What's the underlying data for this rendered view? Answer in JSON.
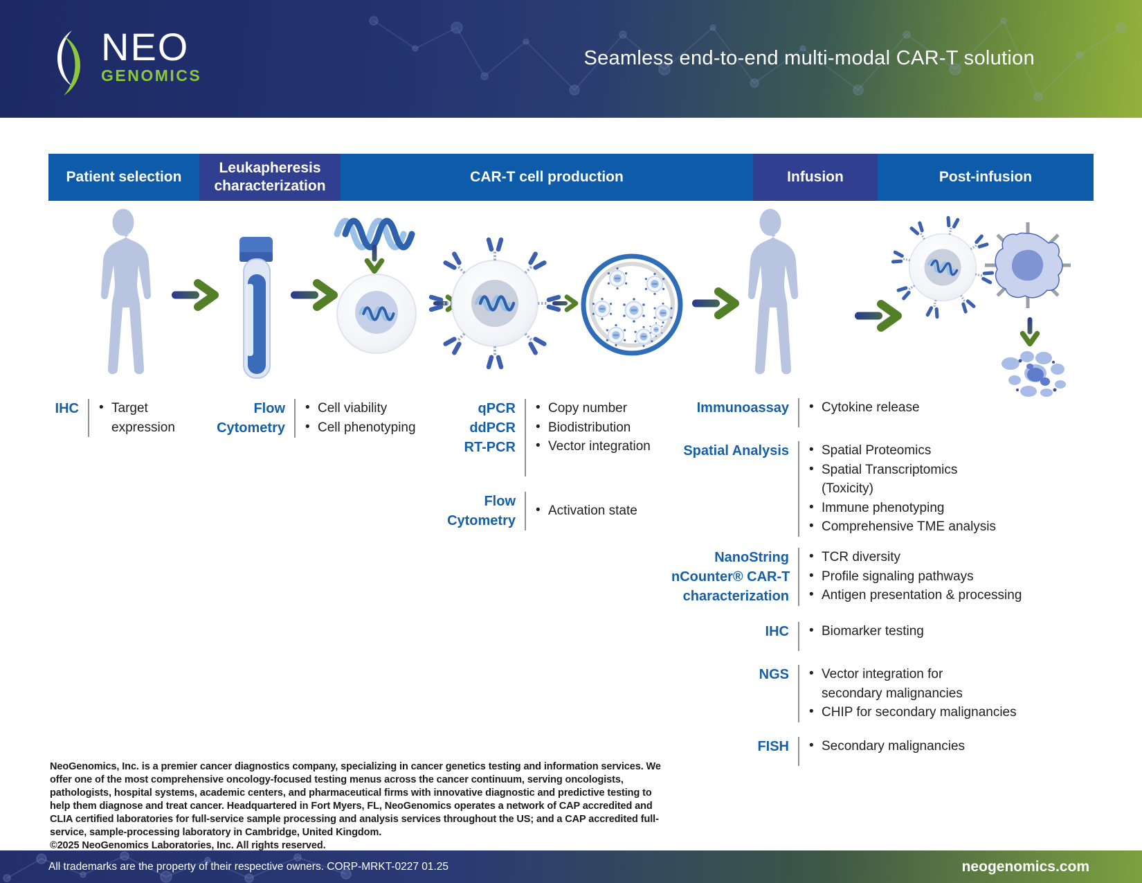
{
  "header": {
    "logo_neo": "NEO",
    "logo_genomics": "GENOMICS",
    "title": "Seamless end-to-end multi-modal CAR-T solution"
  },
  "stages": [
    {
      "label": "Patient selection",
      "variant": "blue"
    },
    {
      "label": "Leukapheresis characterization",
      "variant": "dark"
    },
    {
      "label": "CAR-T cell production",
      "variant": "blue"
    },
    {
      "label": "Infusion",
      "variant": "dark"
    },
    {
      "label": "Post-infusion",
      "variant": "blue"
    }
  ],
  "workflow_icons": [
    "patient-silhouette",
    "arrow-right",
    "blood-collection-tube",
    "arrow-right",
    "dna-helix",
    "arrow-down",
    "transduced-cell",
    "arrow-right",
    "car-t-cell",
    "arrow-right",
    "expansion-dish",
    "arrow-right",
    "patient-silhouette",
    "arrow-right",
    "car-t-cell",
    "tumor-cell",
    "arrow-down",
    "destroyed-tumor-cell"
  ],
  "assays": {
    "patient_ihc": {
      "label": "IHC",
      "bullets": [
        "Target\nexpression"
      ]
    },
    "leuk_flow": {
      "label": "Flow\nCytometry",
      "bullets": [
        "Cell viability",
        "Cell phenotyping"
      ]
    },
    "prod_pcr": {
      "label": "qPCR\nddPCR\nRT-PCR",
      "bullets": [
        "Copy number",
        "Biodistribution",
        "Vector integration"
      ]
    },
    "prod_flow": {
      "label": "Flow\nCytometry",
      "bullets": [
        "Activation state"
      ]
    },
    "post_immunoassay": {
      "label": "Immunoassay",
      "bullets": [
        "Cytokine release"
      ]
    },
    "post_spatial": {
      "label": "Spatial Analysis",
      "bullets": [
        "Spatial Proteomics",
        "Spatial Transcriptomics\n(Toxicity)",
        "Immune phenotyping",
        "Comprehensive TME analysis"
      ]
    },
    "post_nanostring": {
      "label": "NanoString\nnCounter® CAR-T\ncharacterization",
      "bullets": [
        "TCR diversity",
        "Profile signaling pathways",
        "Antigen presentation & processing"
      ]
    },
    "post_ihc": {
      "label": "IHC",
      "bullets": [
        "Biomarker testing"
      ]
    },
    "post_ngs": {
      "label": "NGS",
      "bullets": [
        "Vector integration for\nsecondary malignancies",
        "CHIP for secondary malignancies"
      ]
    },
    "post_fish": {
      "label": "FISH",
      "bullets": [
        "Secondary malignancies"
      ]
    }
  },
  "footer": {
    "description": "NeoGenomics, Inc. is a premier cancer diagnostics company, specializing in cancer genetics testing and information services. We offer one of the most comprehensive oncology-focused testing menus across the cancer continuum, serving oncologists, pathologists, hospital systems, academic centers, and pharmaceutical firms with innovative diagnostic and predictive testing to help them diagnose and treat cancer. Headquartered in Fort Myers, FL, NeoGenomics operates a network of CAP accredited and CLIA certified laboratories for full-service sample processing and analysis services throughout the US; and a CAP accredited full-service, sample-processing laboratory in Cambridge, United Kingdom.",
    "copyright": "©2025 NeoGenomics Laboratories, Inc. All rights reserved."
  },
  "bottom_bar": {
    "trademark": "All trademarks are the property of their respective owners.  CORP-MRKT-0227  01.25",
    "website": "neogenomics.com"
  },
  "colors": {
    "bar_blue": "#0e5ba9",
    "bar_dark": "#303f90",
    "label_blue": "#155fa8",
    "logo_green": "#8dc63f",
    "header_navy": "#1c2963",
    "header_green": "#93b23c"
  }
}
